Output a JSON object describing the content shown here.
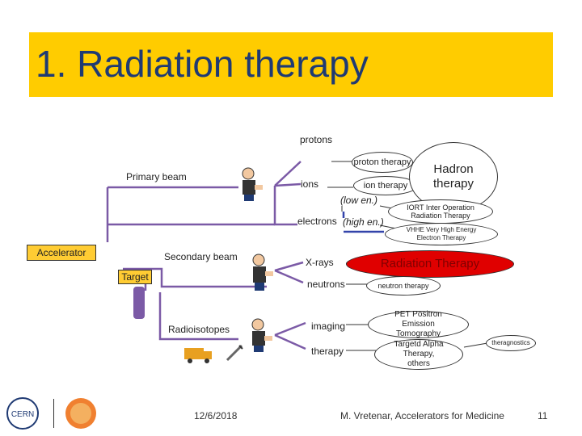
{
  "title": "1. Radiation therapy",
  "colors": {
    "title_band": "#FFCC00",
    "title_text": "#1F3A73",
    "lines": "#7B5AA6",
    "radiation_ellipse": "#E00000"
  },
  "left": {
    "accelerator": "Accelerator",
    "target": "Target",
    "primary_beam": "Primary beam",
    "secondary_beam": "Secondary beam",
    "radioisotopes": "Radioisotopes"
  },
  "branches": {
    "protons": "protons",
    "ions": "ions",
    "electrons": "electrons",
    "low_en": "(low en.)",
    "high_en": "(high en.)",
    "xrays": "X-rays",
    "neutrons": "neutrons",
    "imaging": "imaging",
    "therapy": "therapy"
  },
  "ellipses": {
    "proton_therapy": "proton therapy",
    "ion_therapy": "ion therapy",
    "hadron_therapy": "Hadron therapy",
    "iort": "IORT Inter Operation Radiation Therapy",
    "vhhe": "VHHE Very High Energy Electron Therapy",
    "radiation_therapy": "Radiation Therapy",
    "neutron_therapy": "neutron therapy",
    "pet": "PET Positron Emission Tomography",
    "theragnostics": "theragnostics",
    "targeted_alpha": "Targetd Alpha Therapy, others"
  },
  "footer": {
    "date": "12/6/2018",
    "author": "M. Vretenar, Accelerators for Medicine",
    "page": "11"
  },
  "icons": {
    "cern_logo": "cern-logo",
    "anniversary_logo": "anniversary-logo",
    "figure": "popeye-figure",
    "van": "van-icon",
    "syringe": "syringe-icon"
  }
}
